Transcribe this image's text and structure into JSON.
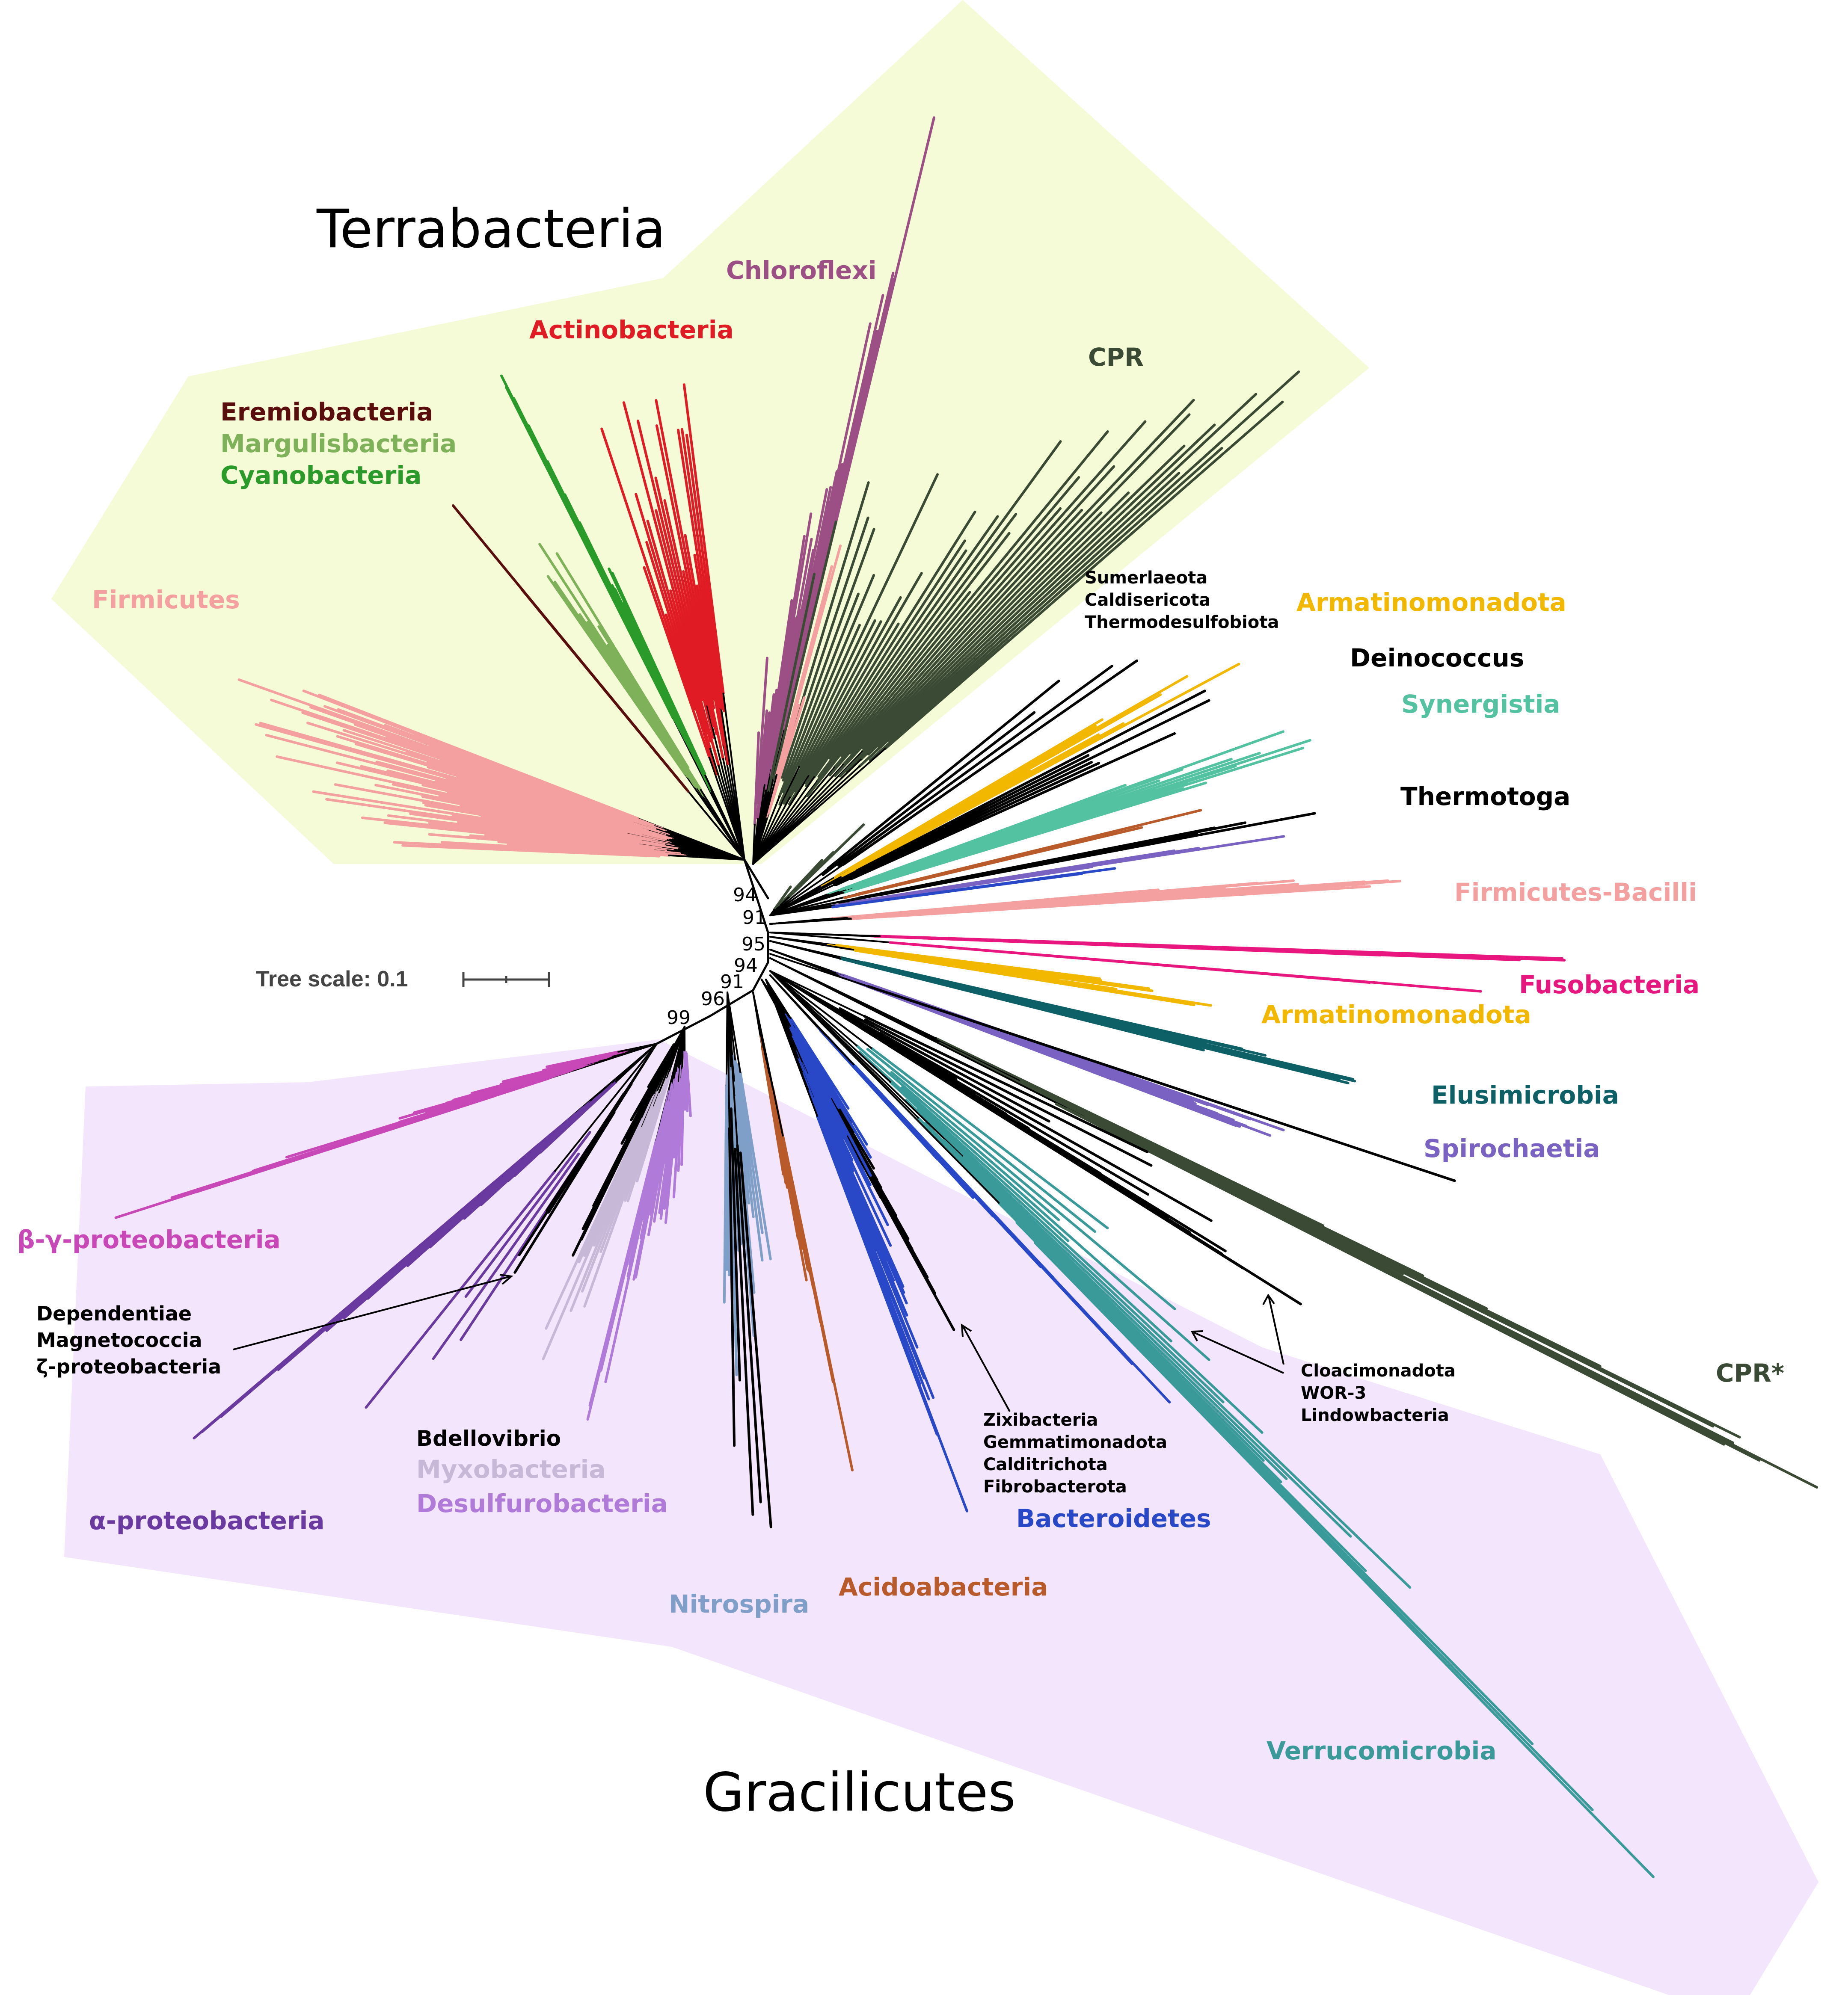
{
  "supergroups": [
    {
      "name": "Terrabacteria",
      "fill": "#f5fbd6"
    },
    {
      "name": "Gracilicutes",
      "fill": "#f3e5fb"
    }
  ],
  "bootstrap_values": [
    "94",
    "91",
    "95",
    "94",
    "91",
    "96",
    "99"
  ],
  "scale": {
    "label": "Tree scale: 0.1"
  },
  "clades": [
    {
      "id": "chloroflexi",
      "label": "Chloroflexi",
      "color": "#9b4f84"
    },
    {
      "id": "actinobacteria",
      "label": "Actinobacteria",
      "color": "#e01b23"
    },
    {
      "id": "cpr",
      "label": "CPR",
      "color": "#3a4a35"
    },
    {
      "id": "eremiobacteria",
      "label": "Eremiobacteria",
      "color": "#5a0d0d"
    },
    {
      "id": "margulisbacteria",
      "label": "Margulisbacteria",
      "color": "#7fb05a"
    },
    {
      "id": "cyanobacteria",
      "label": "Cyanobacteria",
      "color": "#2a9a2a"
    },
    {
      "id": "firmicutes",
      "label": "Firmicutes",
      "color": "#f4a0a0"
    },
    {
      "id": "sumerlaeota",
      "lines": [
        "Sumerlaeota",
        "Caldisericota",
        "Thermodesulfobiota"
      ],
      "color": "#000000"
    },
    {
      "id": "armatinomonadota-1",
      "label": "Armatinomonadota",
      "color": "#f2b800"
    },
    {
      "id": "deinococcus",
      "label": "Deinococcus",
      "color": "#000000"
    },
    {
      "id": "synergistia",
      "label": "Synergistia",
      "color": "#52c2a0"
    },
    {
      "id": "thermotoga",
      "label": "Thermotoga",
      "color": "#000000"
    },
    {
      "id": "firmicutes-bacilli",
      "label": "Firmicutes-Bacilli",
      "color": "#f4a0a0"
    },
    {
      "id": "fusobacteria",
      "label": "Fusobacteria",
      "color": "#e8177f"
    },
    {
      "id": "armatinomonadota-2",
      "label": "Armatinomonadota",
      "color": "#f2b800"
    },
    {
      "id": "elusimicrobia",
      "label": "Elusimicrobia",
      "color": "#0d6066"
    },
    {
      "id": "spirochaetia",
      "label": "Spirochaetia",
      "color": "#7a62c2"
    },
    {
      "id": "cpr-star",
      "label": "CPR*",
      "color": "#3a4a35"
    },
    {
      "id": "beta-gamma",
      "label": "β-γ-proteobacteria",
      "color": "#c848b8"
    },
    {
      "id": "dependentiae",
      "lines": [
        "Dependentiae",
        "Magnetococcia",
        "ζ-proteobacteria"
      ],
      "color": "#000000"
    },
    {
      "id": "alpha",
      "label": "α-proteobacteria",
      "color": "#6a3aa0"
    },
    {
      "id": "bdellovibrio",
      "label": "Bdellovibrio",
      "color": "#000000"
    },
    {
      "id": "myxobacteria",
      "label": "Myxobacteria",
      "color": "#c8b8d8"
    },
    {
      "id": "desulfurobacteria",
      "label": "Desulfurobacteria",
      "color": "#b07ad8"
    },
    {
      "id": "nitrospira",
      "label": "Nitrospira",
      "color": "#7f9fc8"
    },
    {
      "id": "acidobacteria",
      "label": "Acidoabacteria",
      "color": "#b85a2a"
    },
    {
      "id": "zixibacteria",
      "lines": [
        "Zixibacteria",
        "Gemmatimonadota",
        "Calditrichota",
        "Fibrobacterota"
      ],
      "color": "#000000"
    },
    {
      "id": "bacteroidetes",
      "label": "Bacteroidetes",
      "color": "#2848c8"
    },
    {
      "id": "cloacimonadota",
      "lines": [
        "Cloacimonadota",
        "WOR-3",
        "Lindowbacteria"
      ],
      "color": "#000000"
    },
    {
      "id": "verrucomicrobia",
      "label": "Verrucomicrobia",
      "color": "#3a9a9a"
    }
  ]
}
